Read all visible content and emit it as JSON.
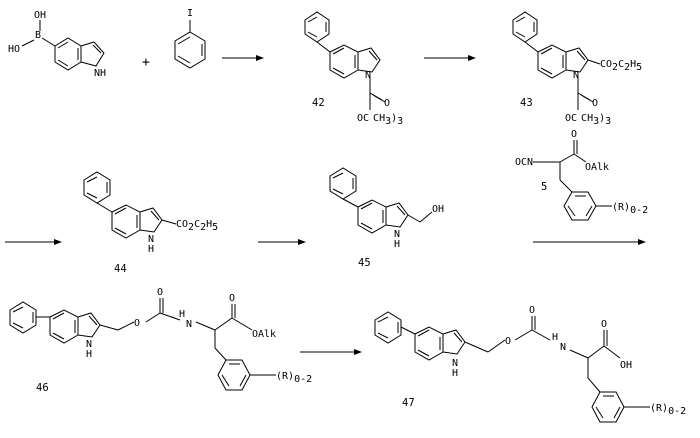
{
  "labels": {
    "OH_top": "OH",
    "HO": "HO",
    "B": "B",
    "NH": "NH",
    "H": "H",
    "N": "N",
    "I": "I",
    "plus": "+",
    "O": "O",
    "OC": "OC",
    "CH": "CH",
    "sub3": "3",
    "sub2": "2",
    "sub5": "5",
    "CO": "CO",
    "C": "C",
    "OH": "OH",
    "OCN": "OCN",
    "OAlk": "OAlk",
    "R_paren": "(R)",
    "R_sub": "0-2"
  },
  "compound_numbers": {
    "c42": "42",
    "c43": "43",
    "c44": "44",
    "c45": "45",
    "c5": "5",
    "c46": "46",
    "c47": "47"
  },
  "colors": {
    "ink": "#000000",
    "background": "#ffffff"
  }
}
